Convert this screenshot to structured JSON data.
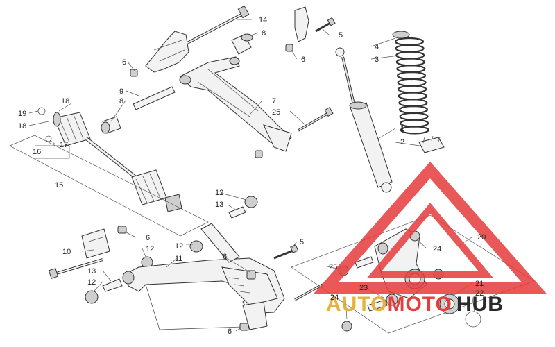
{
  "diagram": {
    "callouts": {
      "n1": "1",
      "n2": "2",
      "n3": "3",
      "n4": "4",
      "n5a": "5",
      "n5b": "5",
      "n6a": "6",
      "n6b": "6",
      "n6c": "6",
      "n6d": "6",
      "n6e": "6",
      "n7": "7",
      "n8a": "8",
      "n8b": "8",
      "n9": "9",
      "n10": "10",
      "n11": "11",
      "n12a": "12",
      "n12b": "12",
      "n12c": "12",
      "n12d": "12",
      "n13a": "13",
      "n13b": "13",
      "n14": "14",
      "n15": "15",
      "n16": "16",
      "n17": "17",
      "n18a": "18",
      "n18b": "18",
      "n19": "19",
      "n20": "20",
      "n21": "21",
      "n22": "22",
      "n23": "23",
      "n24a": "24",
      "n24b": "24",
      "n25a": "25",
      "n25b": "25"
    }
  },
  "watermark": {
    "part1": "AUTO",
    "part2": "MOTO",
    "part3": "HUB",
    "colors": {
      "red": "#e63c3c",
      "gold": "#e8b23a",
      "dark": "#2a2a2a"
    }
  }
}
